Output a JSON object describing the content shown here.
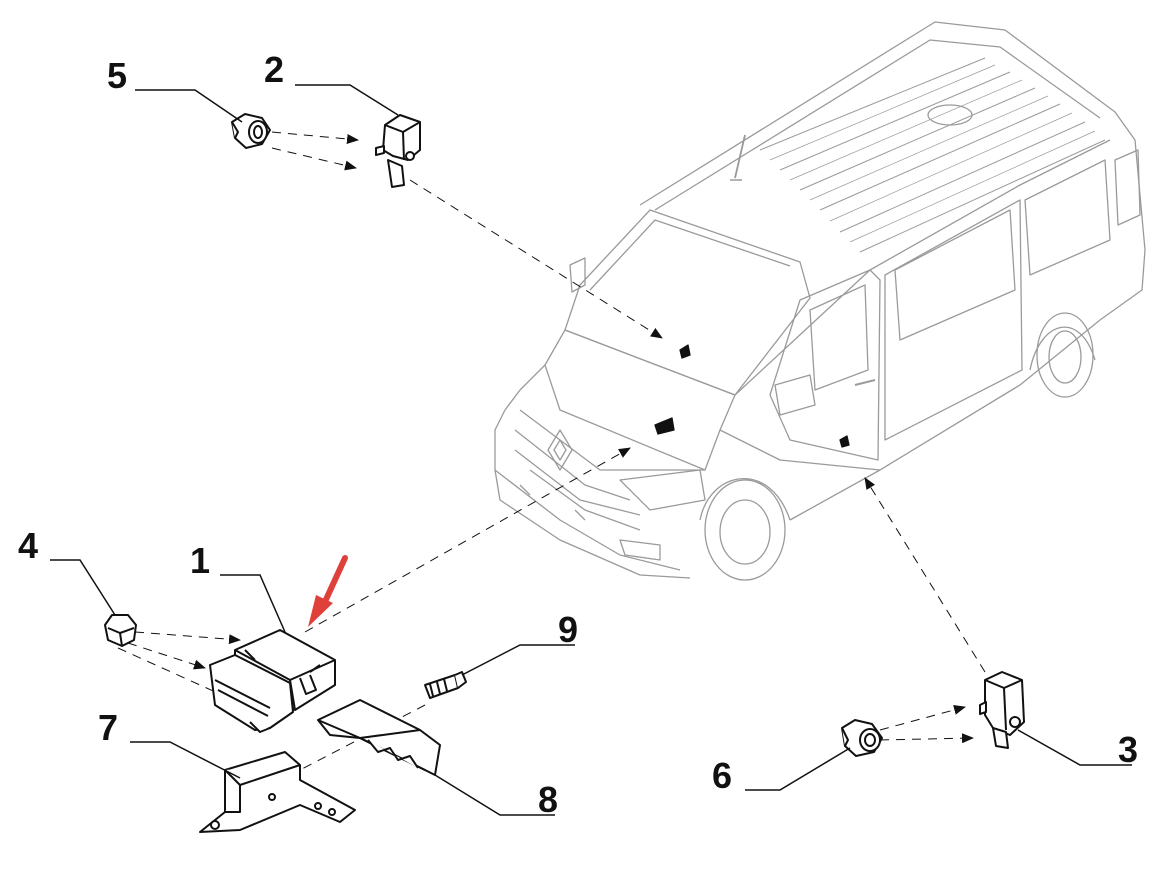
{
  "callouts": [
    {
      "id": "1",
      "label": "1",
      "part": "airbag-control-unit"
    },
    {
      "id": "2",
      "label": "2",
      "part": "front-impact-sensor"
    },
    {
      "id": "3",
      "label": "3",
      "part": "side-impact-sensor"
    },
    {
      "id": "4",
      "label": "4",
      "part": "nut"
    },
    {
      "id": "5",
      "label": "5",
      "part": "clip-nut"
    },
    {
      "id": "6",
      "label": "6",
      "part": "clip-nut"
    },
    {
      "id": "7",
      "label": "7",
      "part": "mounting-bracket"
    },
    {
      "id": "8",
      "label": "8",
      "part": "cover-bracket"
    },
    {
      "id": "9",
      "label": "9",
      "part": "stud"
    }
  ],
  "highlight": {
    "target": "1",
    "color": "#e0403a"
  },
  "colors": {
    "line": "#111111",
    "van_line": "#9a9a9a",
    "leader": "#111111"
  }
}
